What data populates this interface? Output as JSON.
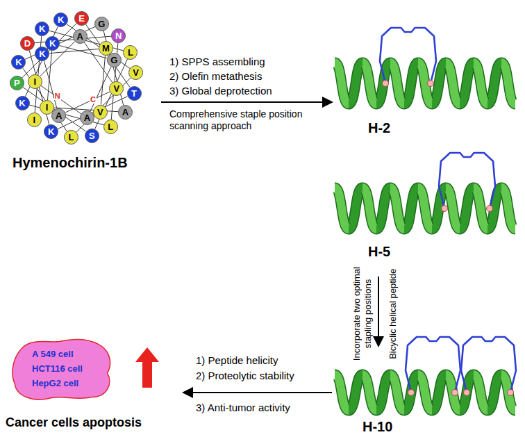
{
  "diagram": {
    "nodes": [
      {
        "text": [
          "I"
        ]
      },
      {
        "text": [
          "K"
        ]
      },
      {
        "text": [
          "L"
        ]
      },
      {
        "text": [
          "S"
        ]
      },
      {
        "text": [
          "P"
        ]
      },
      {
        "text": [
          "E"
        ]
      },
      {
        "text": [
          "T"
        ]
      },
      {
        "text": [
          "K"
        ]
      },
      {
        "text": [
          "D"
        ]
      },
      {
        "text": [
          "N"
        ]
      },
      {
        "text": [
          "L"
        ]
      },
      {
        "text": [
          "K"
        ]
      },
      {
        "text": [
          "K"
        ]
      },
      {
        "text": [
          "V"
        ]
      },
      {
        "text": [
          "L"
        ]
      },
      {
        "text": [
          "K"
        ]
      },
      {
        "text": [
          "G"
        ]
      },
      {
        "text": [
          "A"
        ]
      },
      {
        "text": [
          "I"
        ]
      },
      {
        "text": [
          "K"
        ]
      },
      {
        "text": [
          "G"
        ]
      },
      {
        "text": [
          "A"
        ]
      },
      {
        "text": [
          "I"
        ]
      },
      {
        "text": [
          "A"
        ]
      },
      {
        "text": [
          "V"
        ]
      },
      {
        "text": [
          "A"
        ]
      },
      {
        "text": [
          "K"
        ]
      },
      {
        "text": [
          "M"
        ]
      },
      {
        "text": [
          "V"
        ]
      },
      {
        "text": [
          "A 549 cell",
          "HCT116 cell",
          "HepG2 cell"
        ]
      }
    ],
    "edges": [
      {
        "from": 0,
        "to": 1,
        "arrow": "none"
      },
      {
        "from": 1,
        "to": 2,
        "arrow": "none"
      },
      {
        "from": 2,
        "to": 3,
        "arrow": "none"
      },
      {
        "from": 3,
        "to": 4,
        "arrow": "none"
      },
      {
        "from": 4,
        "to": 5,
        "arrow": "none"
      },
      {
        "from": 5,
        "to": 6,
        "arrow": "none"
      },
      {
        "from": 6,
        "to": 7,
        "arrow": "none"
      },
      {
        "from": 7,
        "to": 8,
        "arrow": "none"
      },
      {
        "from": 8,
        "to": 9,
        "arrow": "none"
      },
      {
        "from": 9,
        "to": 10,
        "arrow": "none"
      },
      {
        "from": 10,
        "to": 11,
        "arrow": "none"
      },
      {
        "from": 11,
        "to": 12,
        "arrow": "none"
      },
      {
        "from": 12,
        "to": 13,
        "arrow": "none"
      },
      {
        "from": 13,
        "to": 14,
        "arrow": "none"
      },
      {
        "from": 14,
        "to": 15,
        "arrow": "none"
      },
      {
        "from": 15,
        "to": 16,
        "arrow": "none"
      },
      {
        "from": 16,
        "to": 17,
        "arrow": "none"
      },
      {
        "from": 17,
        "to": 18,
        "arrow": "none"
      },
      {
        "from": 18,
        "to": 19,
        "arrow": "none"
      },
      {
        "from": 19,
        "to": 20,
        "arrow": "none"
      },
      {
        "from": 20,
        "to": 21,
        "arrow": "none"
      },
      {
        "from": 21,
        "to": 22,
        "arrow": "none"
      },
      {
        "from": 22,
        "to": 23,
        "arrow": "none"
      },
      {
        "from": 23,
        "to": 24,
        "arrow": "none"
      },
      {
        "from": 24,
        "to": 25,
        "arrow": "none"
      },
      {
        "from": 25,
        "to": 26,
        "arrow": "none"
      },
      {
        "from": 26,
        "to": 27,
        "arrow": "none"
      },
      {
        "from": 27,
        "to": 28,
        "arrow": "none"
      }
    ],
    "labels": [
      "N",
      "C",
      "Hymenochirin-1B",
      "1) SPPS assembling",
      "2) Olefin metathesis",
      "3) Global deprotection",
      "Comprehensive staple position scanning approach",
      "H-2",
      "H-5",
      "Incorporate two optimal stapling positions",
      "Bicyclic helical peptide",
      "H-10",
      "1) Peptide helicity",
      "2) Proteolytic stability",
      "3) Anti-tumor activity",
      "Cancer cells apoptosis"
    ]
  }
}
